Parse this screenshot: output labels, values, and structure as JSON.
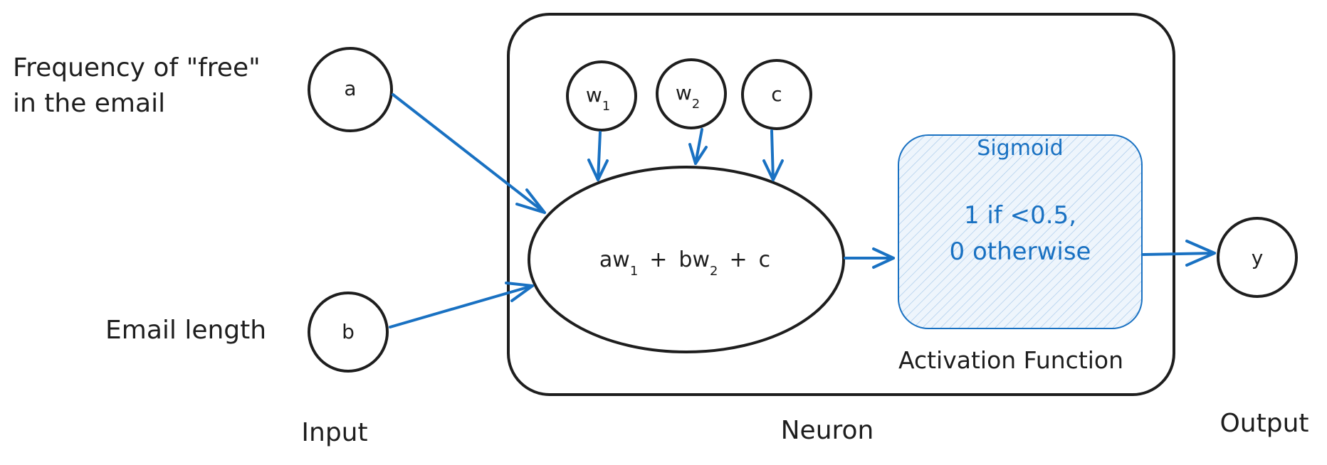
{
  "inputs": {
    "a": {
      "symbol": "a",
      "description_line1": "Frequency of \"free\"",
      "description_line2": "in the email"
    },
    "b": {
      "symbol": "b",
      "description": "Email length"
    }
  },
  "neuron": {
    "weights": [
      {
        "base": "w",
        "sub": "1"
      },
      {
        "base": "w",
        "sub": "2"
      },
      {
        "base": "c",
        "sub": ""
      }
    ],
    "formula": {
      "t1": "aw",
      "s1": "1",
      "op1": "+",
      "t2": "bw",
      "s2": "2",
      "op2": "+",
      "t3": "c"
    },
    "activation": {
      "name": "Sigmoid",
      "rule_line1": "1 if <0.5,",
      "rule_line2": "0 otherwise",
      "label": "Activation Function"
    }
  },
  "output": {
    "symbol": "y"
  },
  "section_labels": {
    "input": "Input",
    "neuron": "Neuron",
    "output": "Output"
  },
  "colors": {
    "ink": "#1e1e1e",
    "accent": "#1971c2",
    "activation_fill": "#e7f1fa"
  }
}
